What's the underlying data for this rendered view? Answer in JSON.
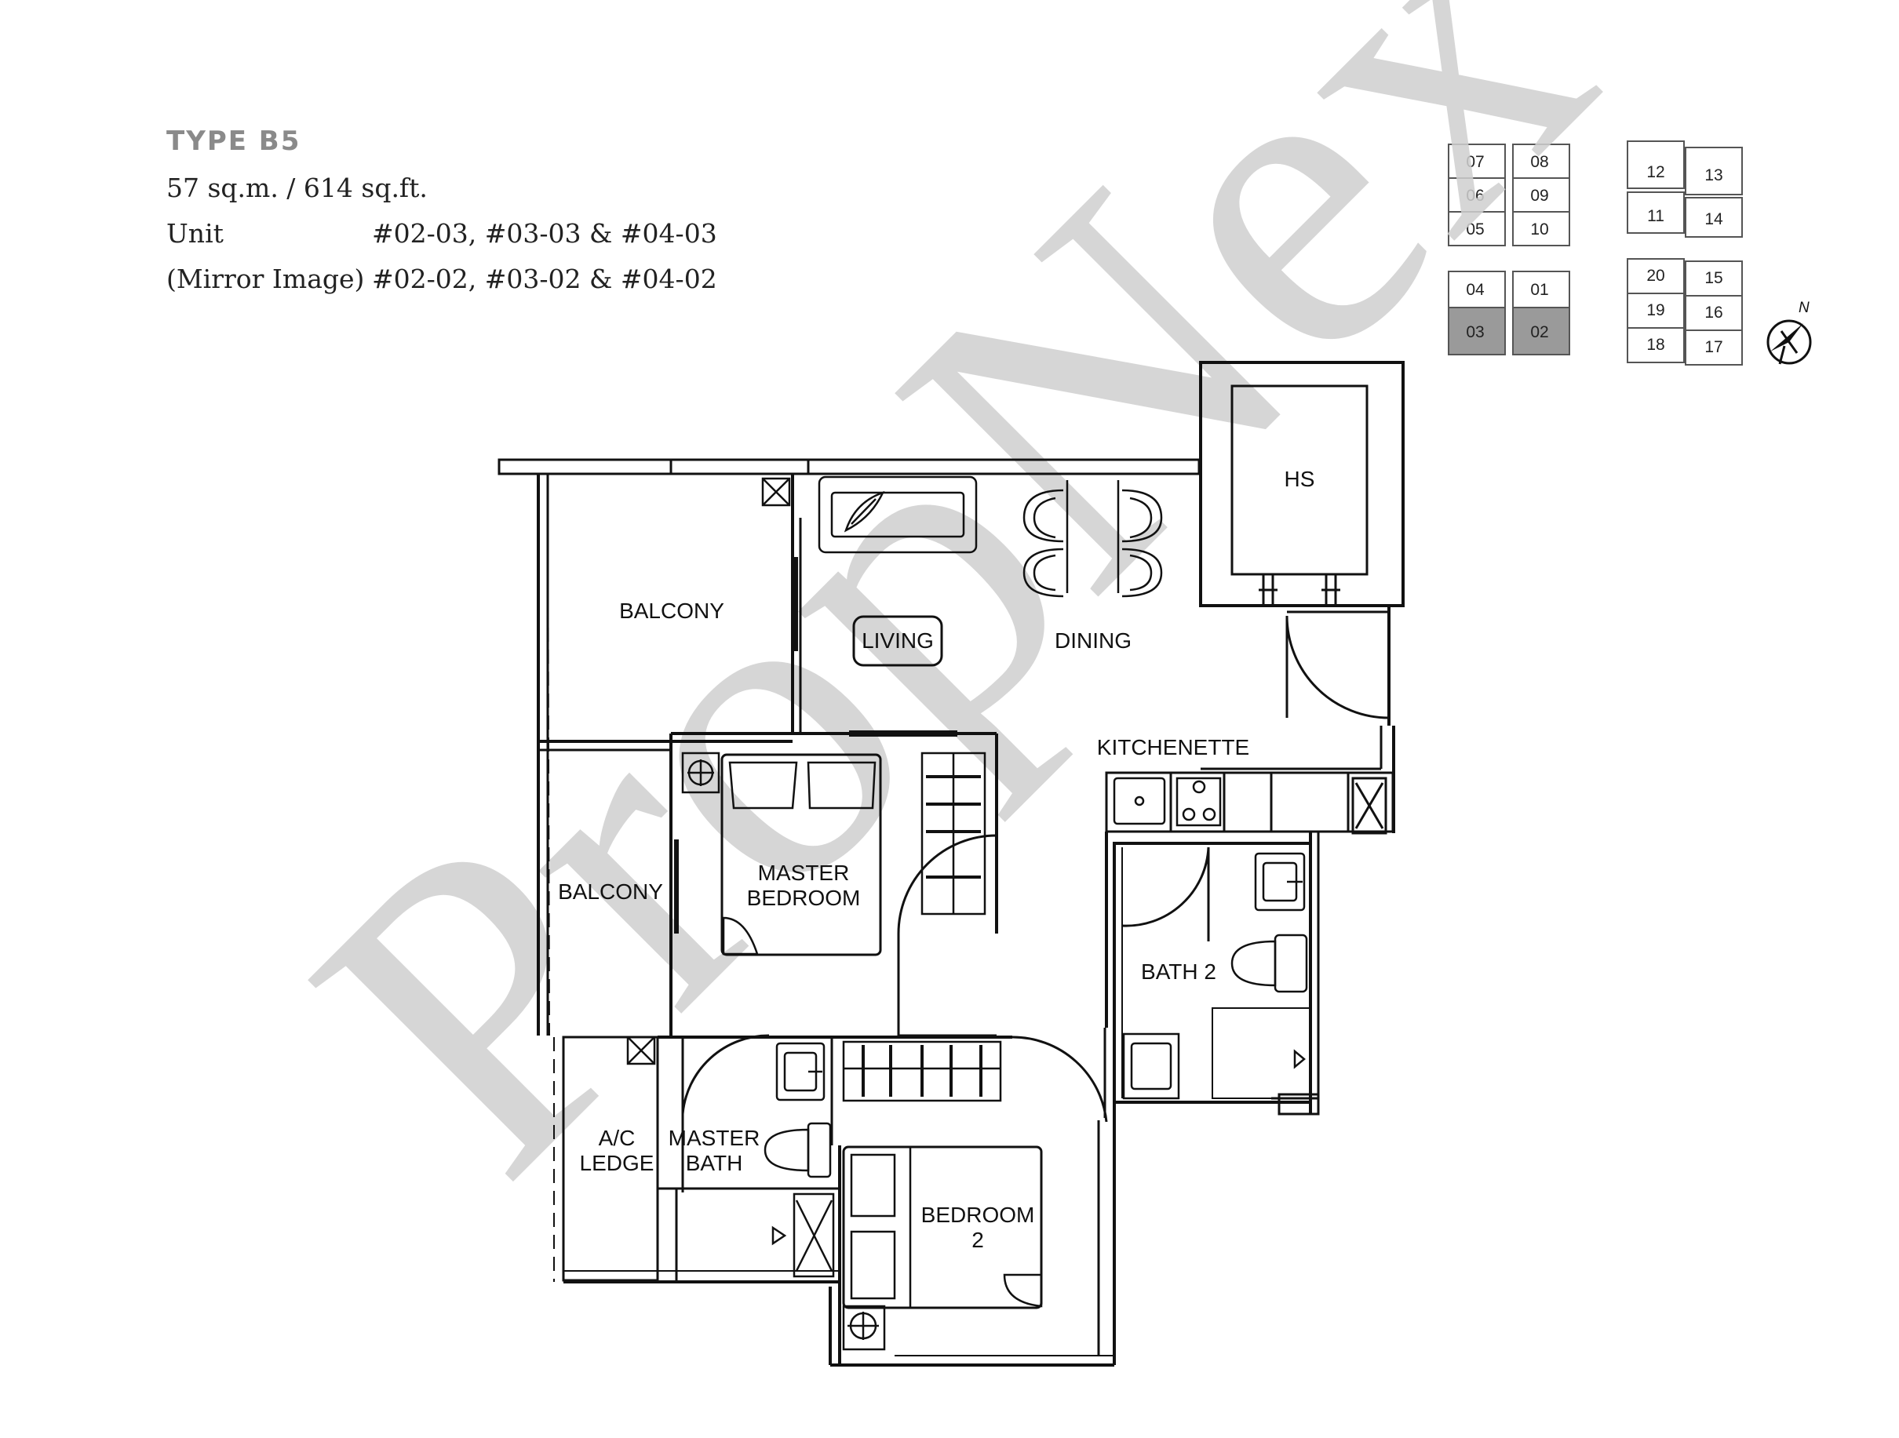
{
  "header": {
    "type": "TYPE B5",
    "area": "57 sq.m. / 614 sq.ft.",
    "unit_label": "Unit",
    "unit_value": "#02-03, #03-03 & #04-03",
    "mirror_label": "(Mirror Image)",
    "mirror_value": "#02-02, #03-02 & #04-02"
  },
  "rooms": {
    "balcony_top": "BALCONY",
    "living": "LIVING",
    "dining": "DINING",
    "hs": "HS",
    "kitchenette": "KITCHENETTE",
    "balcony_side": "BALCONY",
    "master_bedroom_1": "MASTER",
    "master_bedroom_2": "BEDROOM",
    "bath2": "BATH 2",
    "ac_ledge_1": "A/C",
    "ac_ledge_2": "LEDGE",
    "master_bath_1": "MASTER",
    "master_bath_2": "BATH",
    "bedroom2_1": "BEDROOM",
    "bedroom2_2": "2"
  },
  "keyplan": {
    "units": [
      "07",
      "08",
      "06",
      "09",
      "05",
      "10",
      "12",
      "13",
      "11",
      "14",
      "04",
      "01",
      "03",
      "02",
      "20",
      "15",
      "19",
      "16",
      "18",
      "17"
    ],
    "highlight_color": "#9a9a9a",
    "north": "N"
  },
  "watermark": {
    "text": "PropNex",
    "color": "#cfcfcf"
  }
}
